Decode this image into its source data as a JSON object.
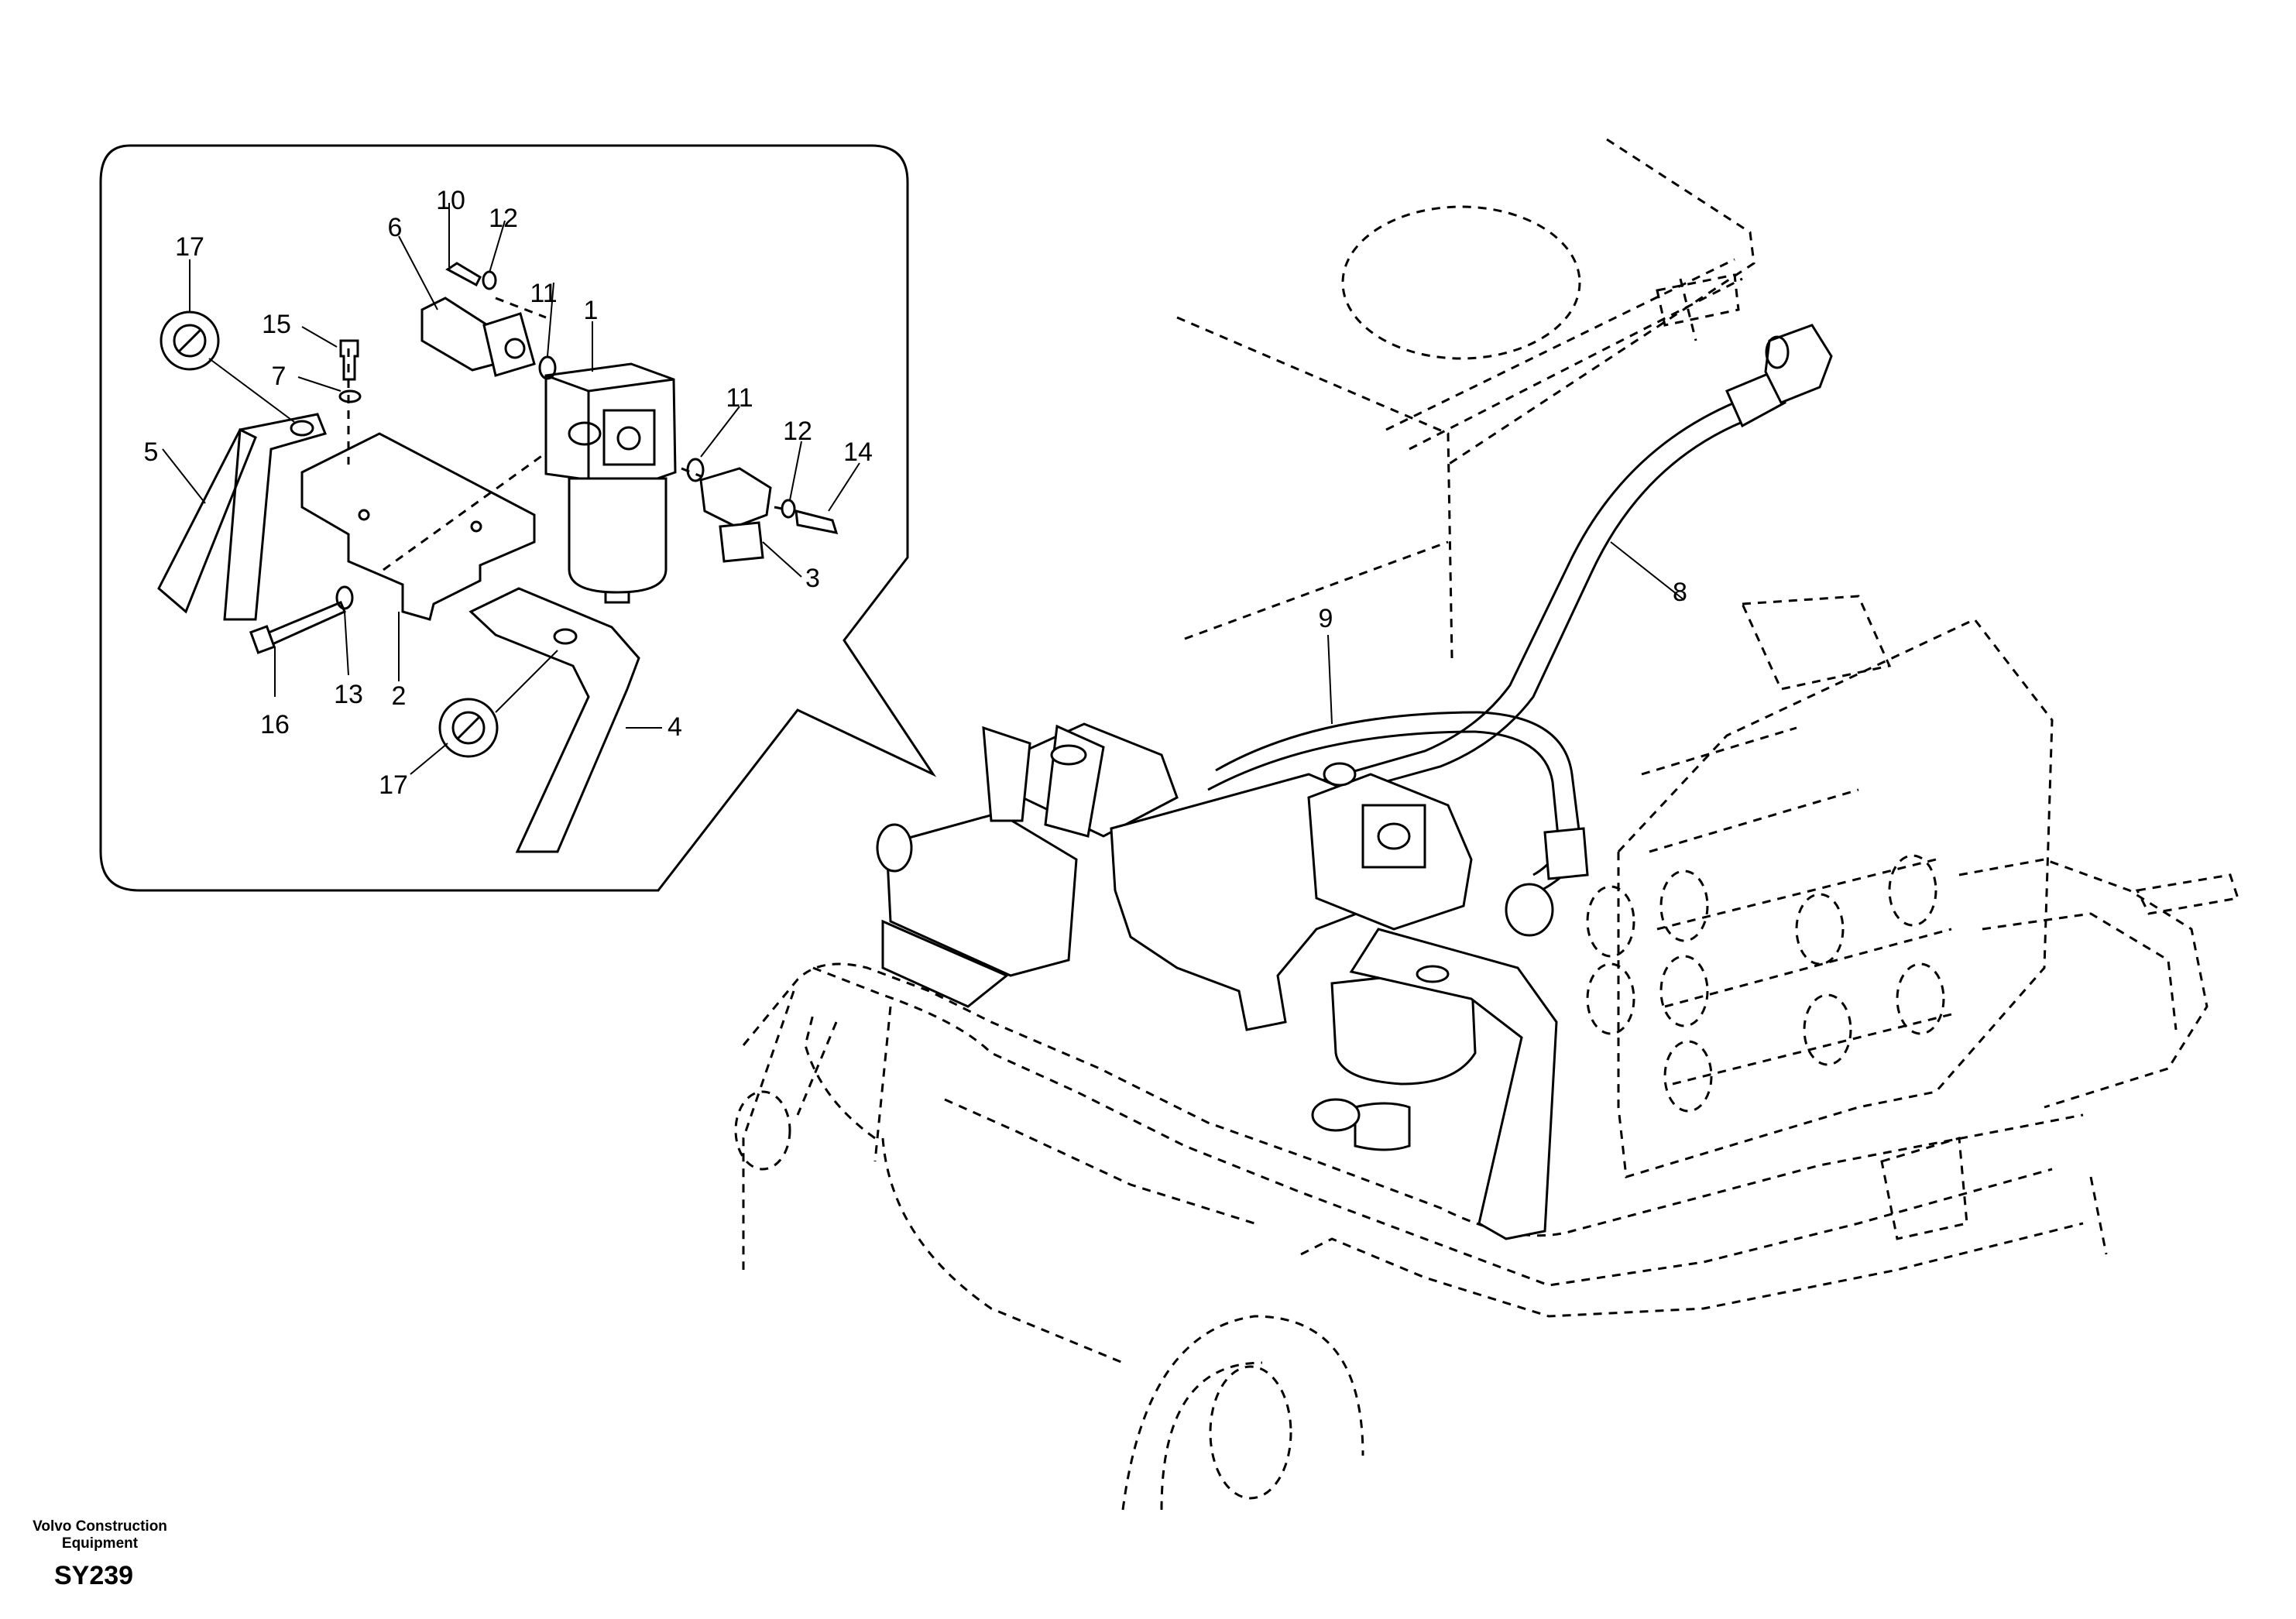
{
  "diagram": {
    "callouts": [
      {
        "id": "c1",
        "label": "1"
      },
      {
        "id": "c2",
        "label": "2"
      },
      {
        "id": "c3",
        "label": "3"
      },
      {
        "id": "c4",
        "label": "4"
      },
      {
        "id": "c5",
        "label": "5"
      },
      {
        "id": "c6",
        "label": "6"
      },
      {
        "id": "c7",
        "label": "7"
      },
      {
        "id": "c8",
        "label": "8"
      },
      {
        "id": "c9",
        "label": "9"
      },
      {
        "id": "c10",
        "label": "10"
      },
      {
        "id": "c11a",
        "label": "11"
      },
      {
        "id": "c11b",
        "label": "11"
      },
      {
        "id": "c12a",
        "label": "12"
      },
      {
        "id": "c12b",
        "label": "12"
      },
      {
        "id": "c13",
        "label": "13"
      },
      {
        "id": "c14",
        "label": "14"
      },
      {
        "id": "c15",
        "label": "15"
      },
      {
        "id": "c16",
        "label": "16"
      },
      {
        "id": "c17a",
        "label": "17"
      },
      {
        "id": "c17b",
        "label": "17"
      }
    ]
  },
  "footer": {
    "manufacturer": "Volvo Construction\nEquipment",
    "manufacturer_line1": "Volvo Construction",
    "manufacturer_line2": "Equipment",
    "drawing_code": "SY239"
  }
}
